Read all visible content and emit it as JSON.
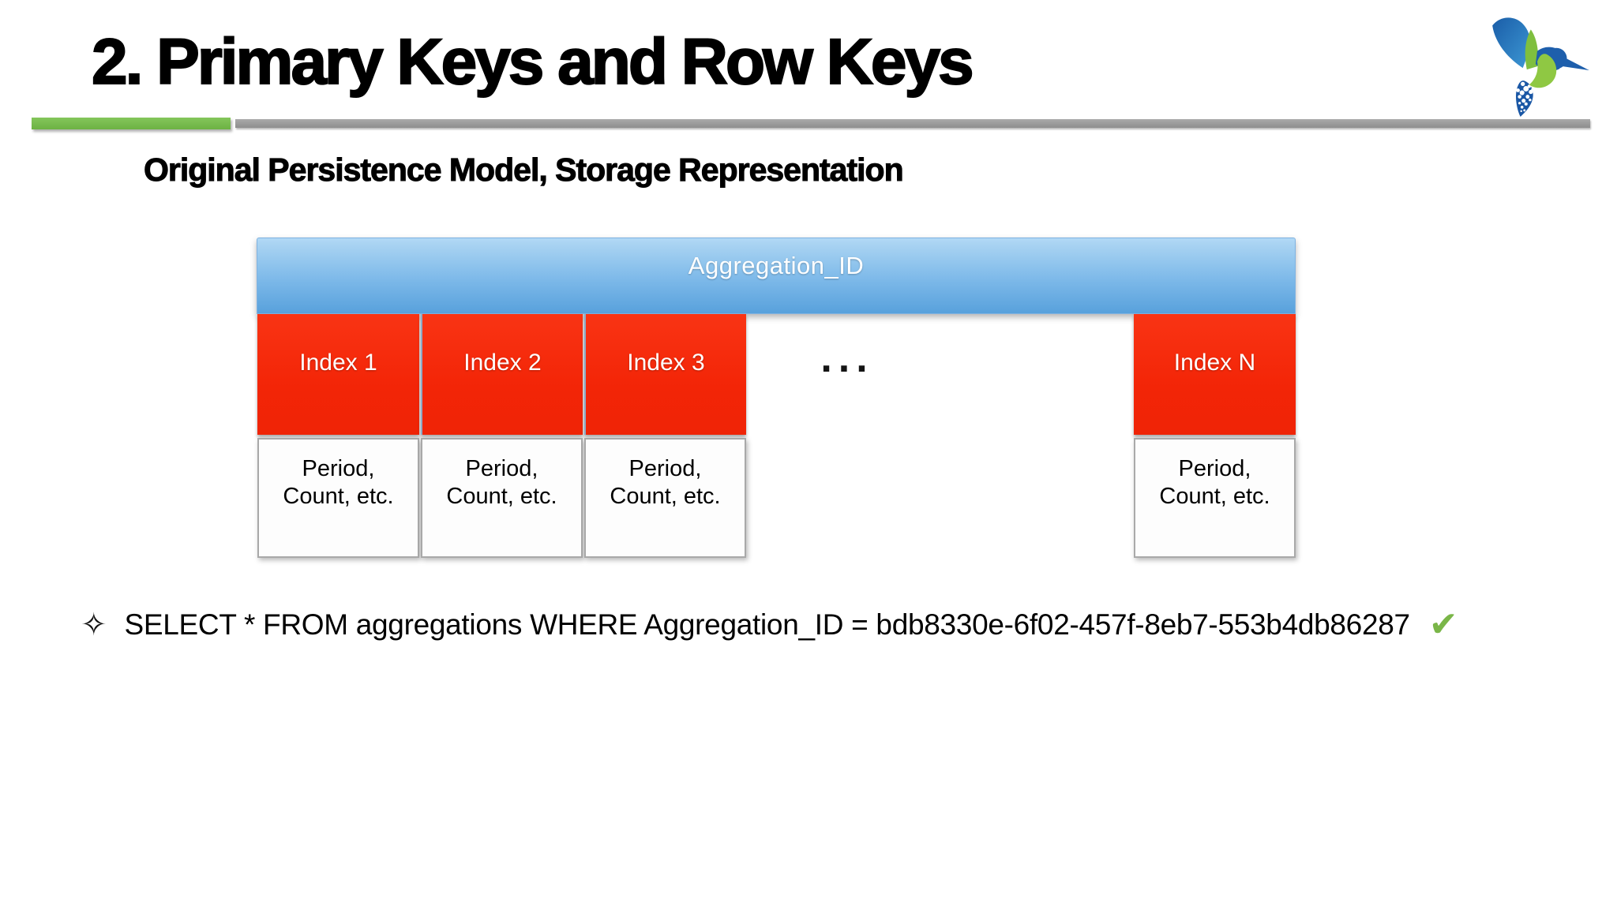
{
  "slide": {
    "title": "2. Primary Keys and Row Keys",
    "subtitle": "Original Persistence Model, Storage Representation",
    "logo": "hummingbird-logo"
  },
  "diagram": {
    "header": {
      "label": "Aggregation_ID"
    },
    "columns": [
      {
        "index_label": "Index 1",
        "detail_label": "Period,\nCount, etc."
      },
      {
        "index_label": "Index 2",
        "detail_label": "Period,\nCount, etc."
      },
      {
        "index_label": "Index 3",
        "detail_label": "Period,\nCount, etc."
      },
      {
        "index_label": "Index N",
        "detail_label": "Period,\nCount, etc."
      }
    ],
    "ellipsis": "..."
  },
  "query": {
    "bullet": "✧",
    "text": "SELECT * FROM aggregations WHERE Aggregation_ID = bdb8330e-6f02-457f-8eb7-553b4db86287",
    "checkmark": "✔"
  },
  "colors": {
    "header_blue_top": "#a9d3f2",
    "header_blue_bottom": "#58a1dc",
    "index_red": "#f32507",
    "rule_green": "#6db243",
    "rule_gray": "#9b9b9b",
    "check_green": "#7ab648",
    "cell_border_gray": "#a9a9a9",
    "logo_blue": "#1e66b0",
    "logo_green": "#8dc63f"
  }
}
